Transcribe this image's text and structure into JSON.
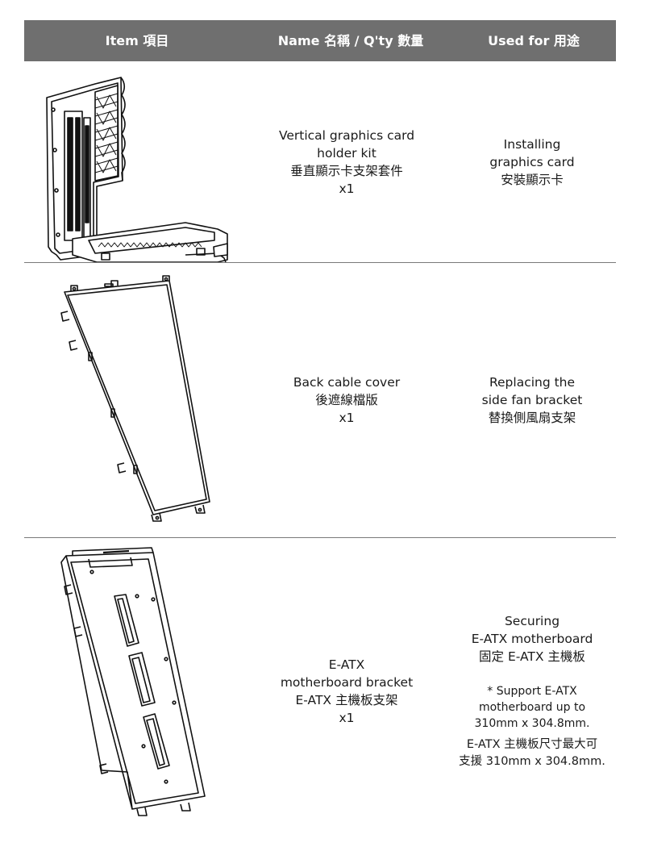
{
  "header": {
    "item": "Item 項目",
    "name": "Name 名稱 / Q'ty 數量",
    "used_for": "Used for 用途"
  },
  "rows": [
    {
      "image_icon": "vertical-gpu-holder-kit-drawing",
      "name_lines": [
        "Vertical graphics card",
        "holder kit",
        "垂直顯示卡支架套件",
        "x1"
      ],
      "used_lines": [
        "Installing",
        "graphics card",
        "安裝顯示卡"
      ]
    },
    {
      "image_icon": "back-cable-cover-drawing",
      "name_lines": [
        "Back cable cover",
        "後遮線檔版",
        "x1"
      ],
      "used_lines": [
        "Replacing the",
        "side fan bracket",
        "替換側風扇支架"
      ]
    },
    {
      "image_icon": "eatx-motherboard-bracket-drawing",
      "name_lines": [
        "E-ATX",
        "motherboard bracket",
        "E-ATX 主機板支架",
        "x1"
      ],
      "used_lines": [
        "Securing",
        "E-ATX motherboard",
        "固定 E-ATX 主機板"
      ],
      "note_lines": [
        "* Support E-ATX",
        "motherboard up to",
        "310mm x 304.8mm."
      ],
      "note_cn_lines": [
        "E-ATX 主機板尺寸最大可",
        "支援 310mm x 304.8mm."
      ]
    }
  ],
  "colors": {
    "header_bg": "#6f6f6f",
    "header_text": "#ffffff",
    "divider": "#7a7a7a",
    "line_art": "#111111"
  }
}
